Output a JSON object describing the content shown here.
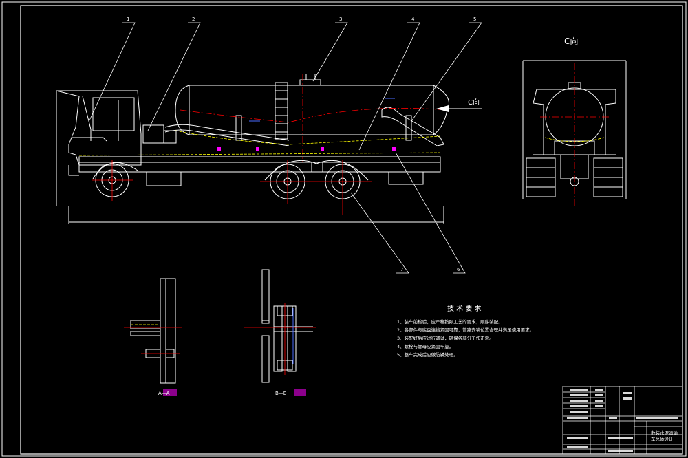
{
  "title_c_view": "C向",
  "c_arrow_label": "C向",
  "callouts": [
    "1",
    "2",
    "3",
    "4",
    "5",
    "6",
    "7"
  ],
  "section_a_label": "A—A",
  "section_b_label": "B—B",
  "tech_req": {
    "heading": "技 术 要 求",
    "items": [
      "1、装车前检验，应严格按照工艺的要求，顺序装配。",
      "2、各部件与底盘连接紧固可靠，管路安装位置合理并满足使用要求。",
      "3、装配好后应进行调试，确保各部分工作正常。",
      "4、螺栓与螺母应紧固牢靠。",
      "5、整车完成后应做防锈处理。"
    ]
  },
  "title_block": {
    "name_line1": "散装水泥运输",
    "name_line2": "车总体设计"
  },
  "colors": {
    "background": "#000000",
    "line": "#ffffff",
    "center": "#ff0000",
    "hidden": "#ffff00",
    "accent_magenta": "#ff00ff",
    "accent_blue": "#4a6cff"
  }
}
